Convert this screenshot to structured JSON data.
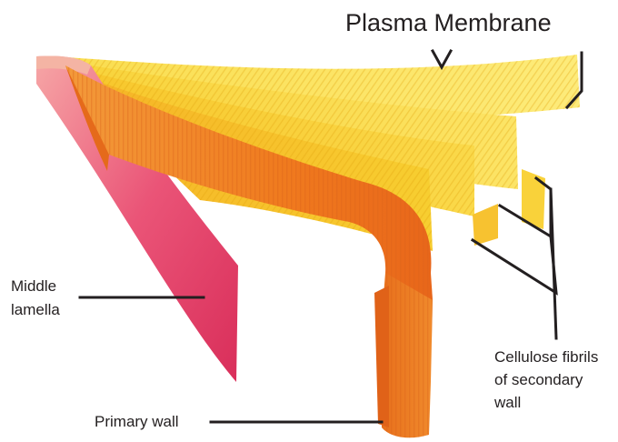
{
  "title": "Plasma Membrane",
  "labels": {
    "middle_lamella": [
      "Middle",
      "lamella"
    ],
    "primary_wall": "Primary wall",
    "cellulose": [
      "Cellulose fibrils",
      "of secondary",
      "wall"
    ]
  },
  "colors": {
    "middle_lamella": "#e84a6a",
    "primary_wall": "#f07a1e",
    "secondary_wall": "#f7c21c",
    "plasma_membrane": "#fde66a",
    "leader_lines": "#231f20"
  }
}
